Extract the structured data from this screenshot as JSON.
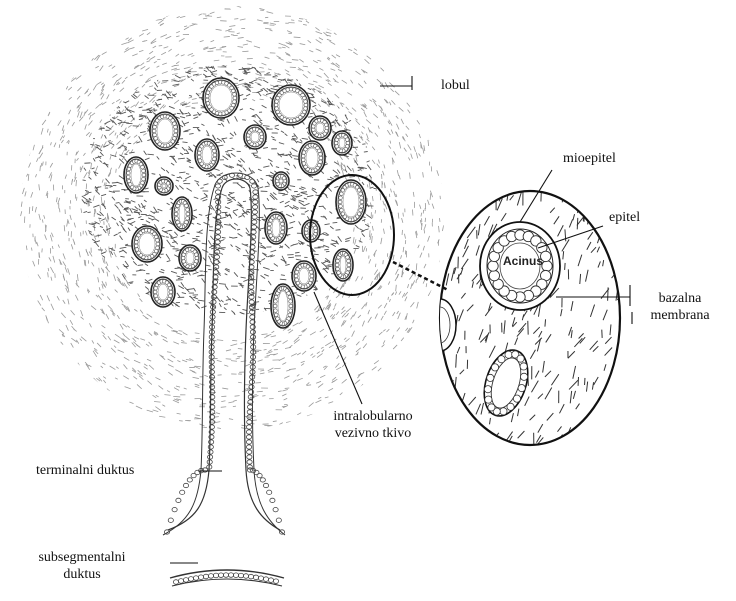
{
  "labels": {
    "lobul": "lobul",
    "mioepitel": "mioepitel",
    "epitel": "epitel",
    "acinus": "Acinus",
    "bazalna_line1": "bazalna",
    "bazalna_line2": "membrana",
    "intralobularno_line1": "intralobularno",
    "intralobularno_line2": "vezivno tkivo",
    "terminalni": "terminalni duktus",
    "subsegmentalni_line1": "subsegmentalni",
    "subsegmentalni_line2": "duktus"
  }
}
